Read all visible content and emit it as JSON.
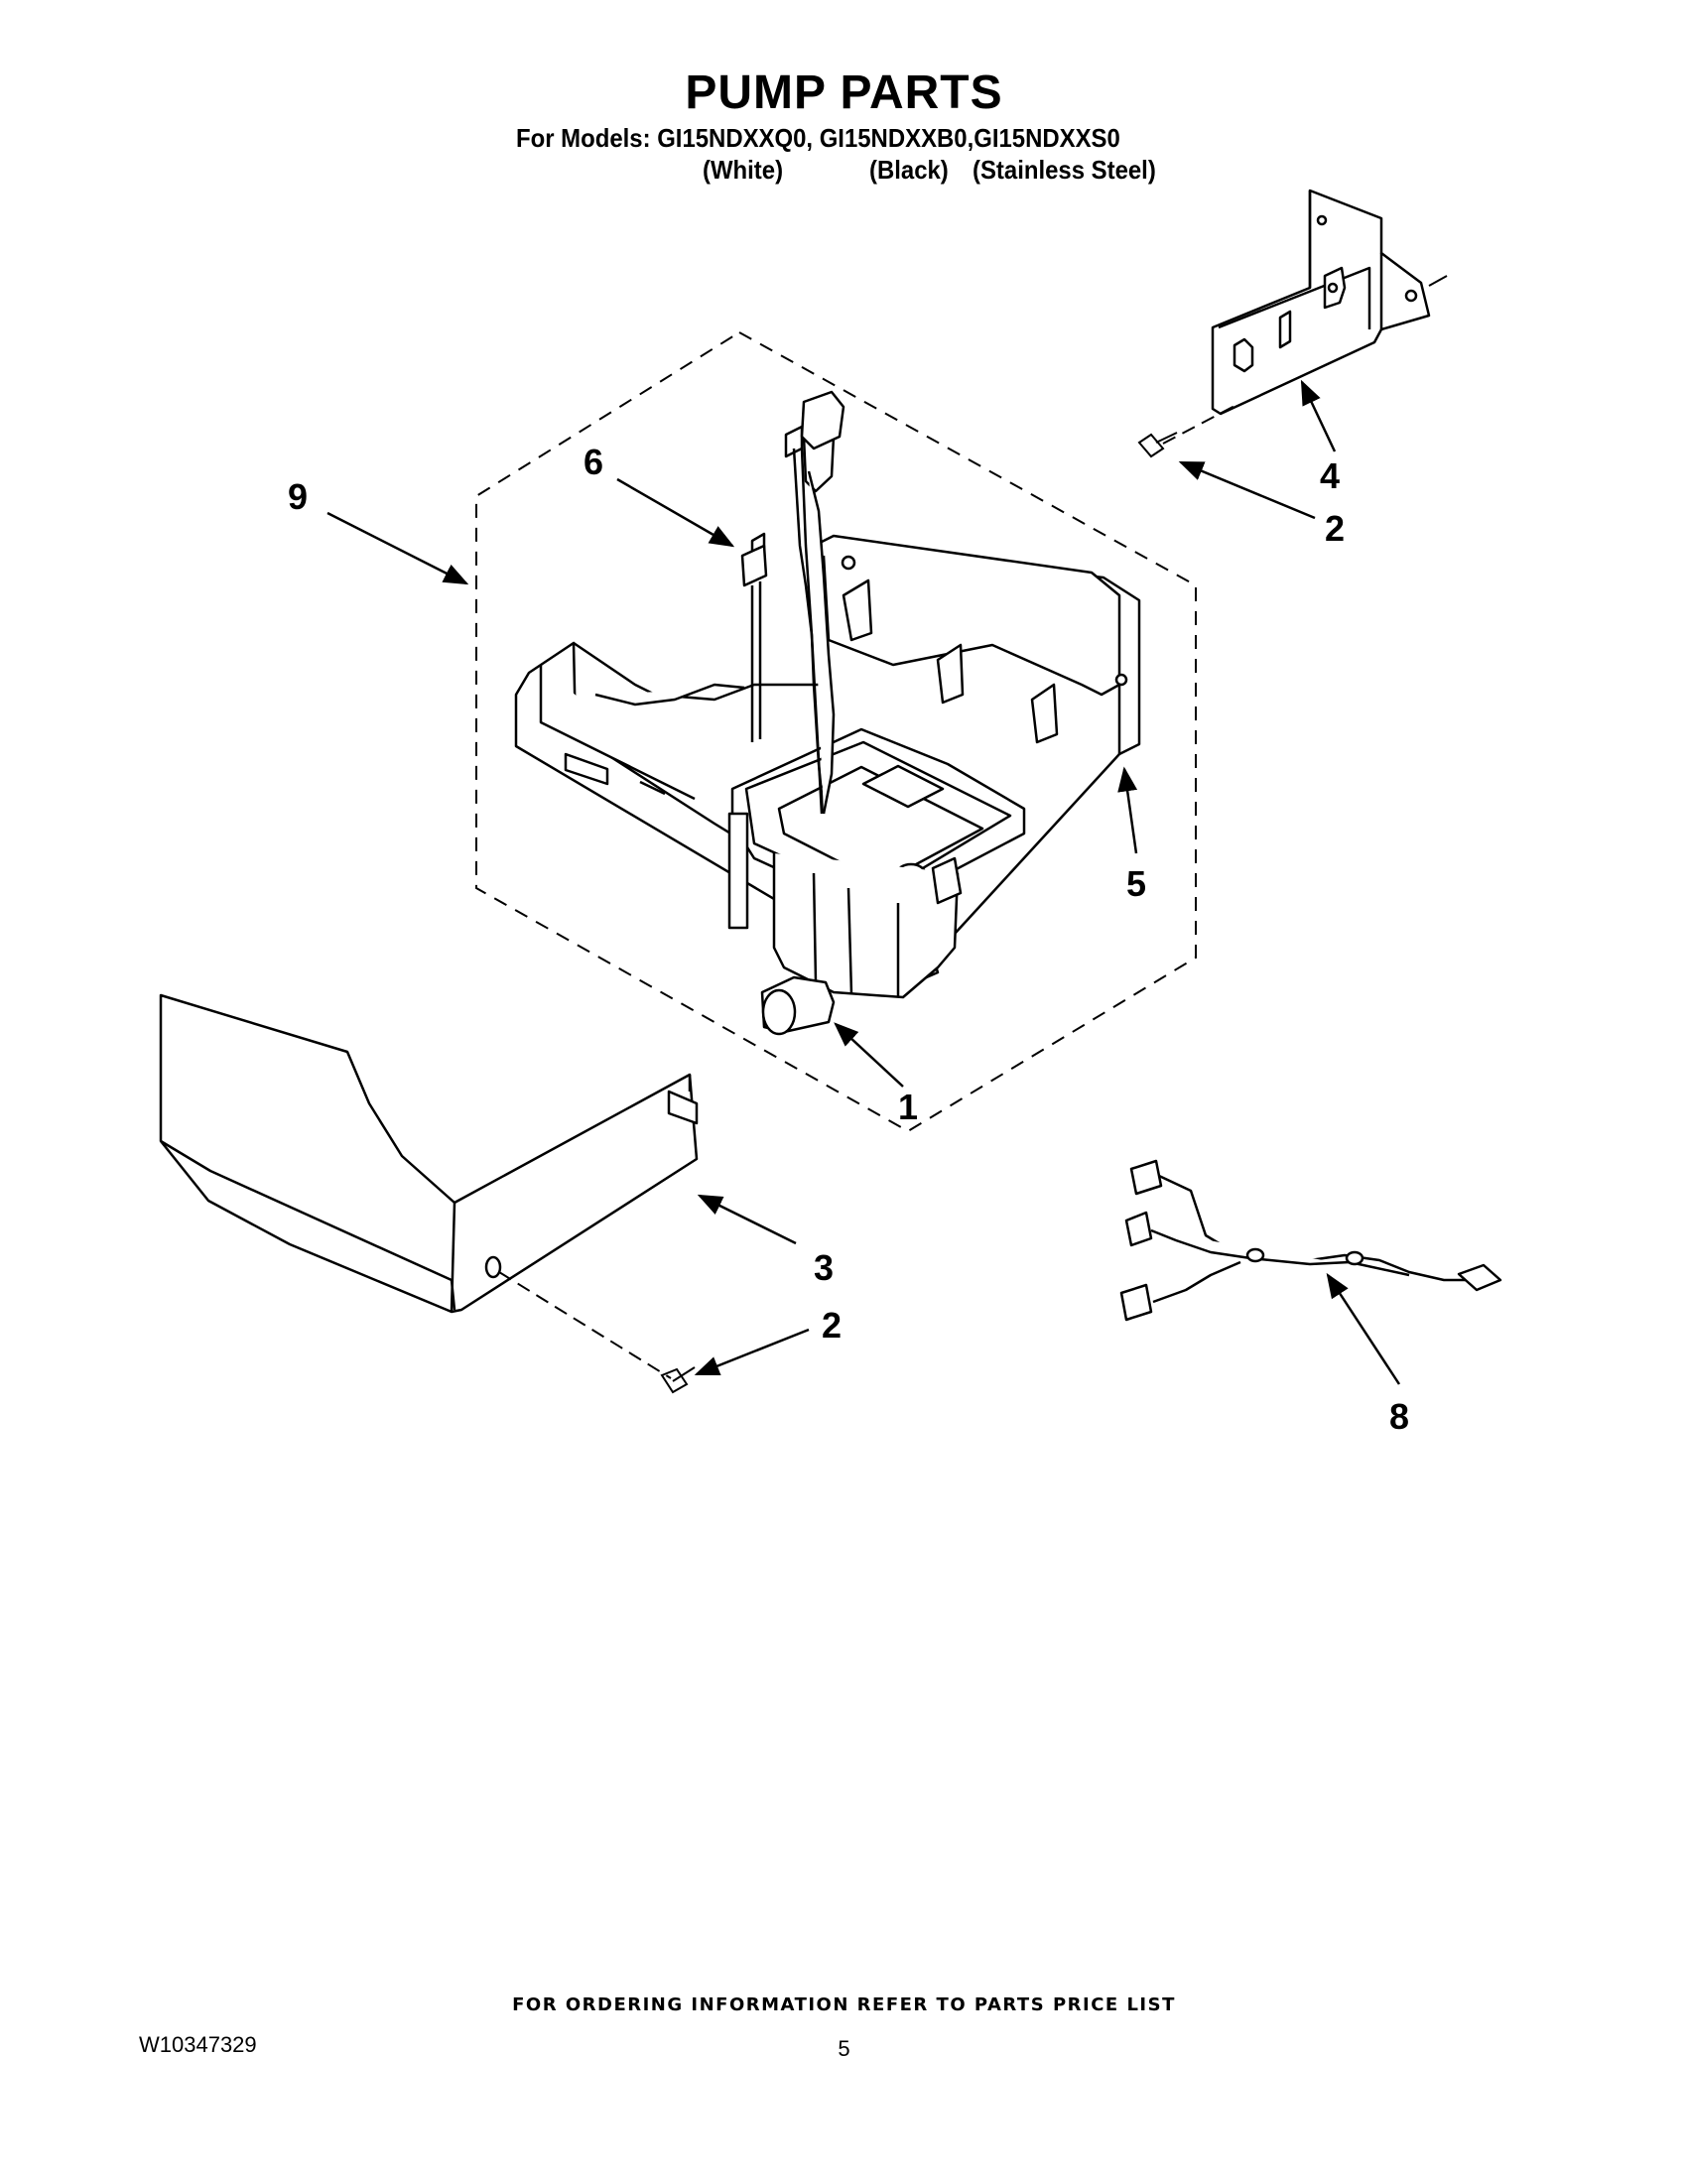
{
  "title": "PUMP PARTS",
  "models_line": "For Models: GI15NDXXQ0, GI15NDXXB0,GI15NDXXS0",
  "colors": [
    "(White)",
    "(Black)",
    "(Stainless Steel)"
  ],
  "callouts": {
    "c1": "1",
    "c2a": "2",
    "c2b": "2",
    "c3": "3",
    "c4": "4",
    "c5": "5",
    "c6": "6",
    "c8": "8",
    "c9": "9"
  },
  "footer_note": "FOR ORDERING INFORMATION REFER TO PARTS PRICE LIST",
  "doc_number": "W10347329",
  "page_number": "5"
}
